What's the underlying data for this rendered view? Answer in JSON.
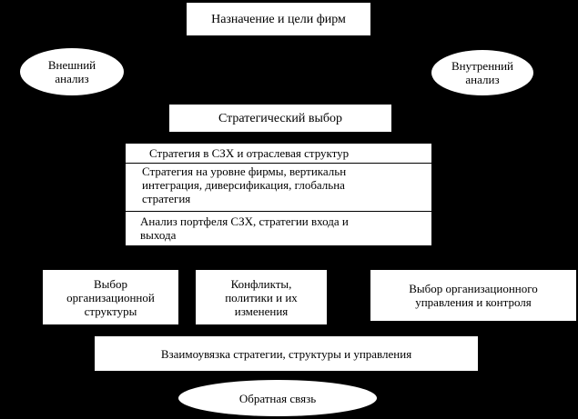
{
  "diagram": {
    "goals": "Назначение и цели фирм",
    "external_analysis": "Внешний\nанализ",
    "internal_analysis": "Внутренний\nанализ",
    "strategic_choice": "Стратегический выбор",
    "strategy_levels": {
      "line1": "Стратегия в СЗХ и отраслевая структур",
      "line2": "Стратегия на уровне фирмы, вертикальн\nинтеграция, диверсификация, глобальна\nстратегия",
      "line3": "Анализ портфеля СЗХ, стратегии входа и\nвыхода"
    },
    "org_structure": "Выбор\nорганизационной\nструктуры",
    "conflicts": "Конфликты,\nполитики и их\nизменения",
    "org_management": "Выбор организационного\nуправления и контроля",
    "linkage": "Взаимоувязка стратегии, структуры и управления",
    "feedback": "Обратная связь"
  }
}
